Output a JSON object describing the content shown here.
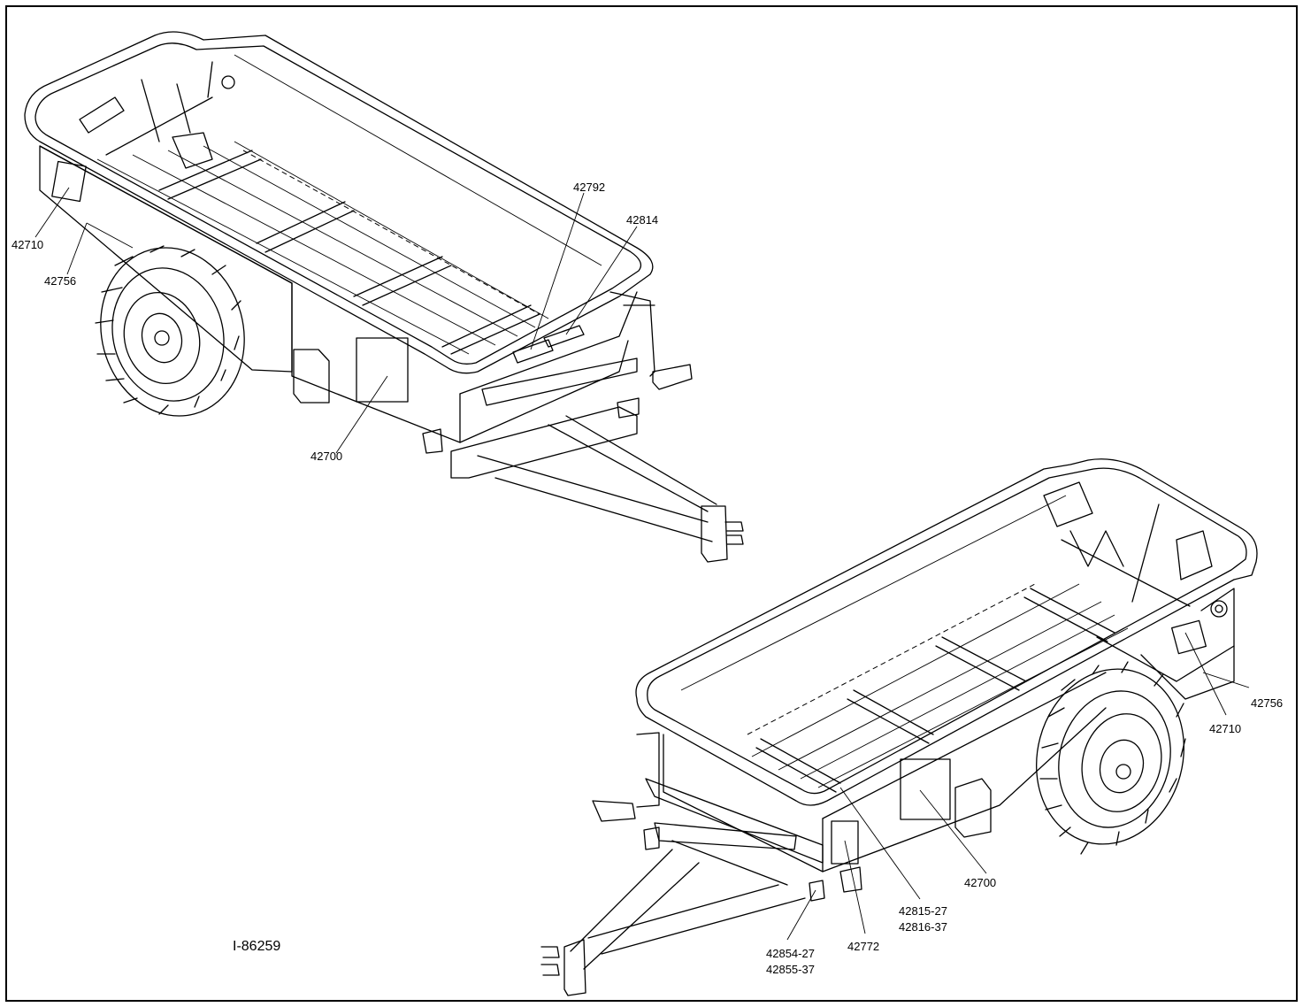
{
  "drawing": {
    "reference": "I-86259",
    "spreader_rear_view": {
      "labels": {
        "decal_42710": "42710",
        "decal_42756": "42756",
        "decal_42792": "42792",
        "decal_42814": "42814",
        "decal_42700": "42700"
      }
    },
    "spreader_front_view": {
      "labels": {
        "decal_42756": "42756",
        "decal_42710": "42710",
        "decal_42700": "42700",
        "decal_42815_27": "42815-27",
        "decal_42816_37": "42816-37",
        "decal_42772": "42772",
        "decal_42854_27": "42854-27",
        "decal_42855_37": "42855-37"
      }
    }
  }
}
